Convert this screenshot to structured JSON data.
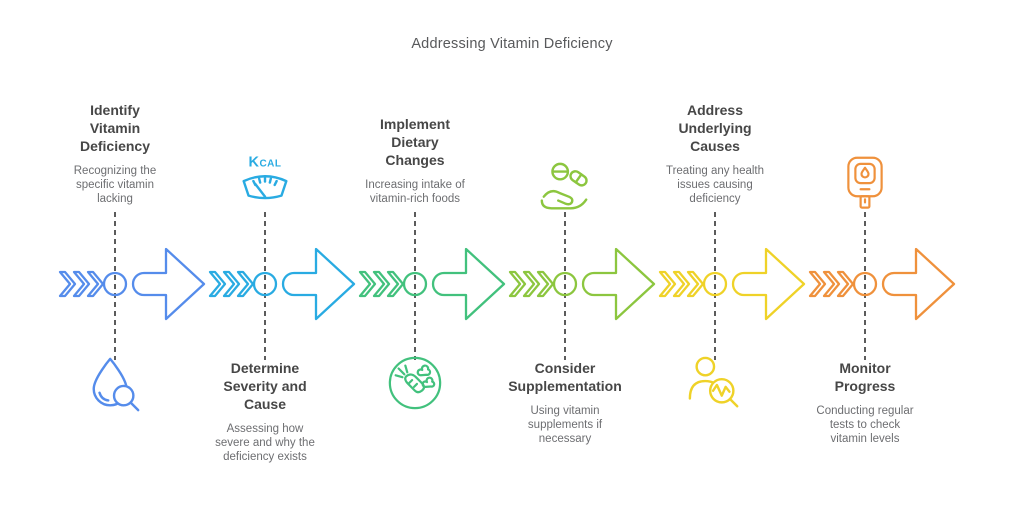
{
  "title": "Addressing Vitamin Deficiency",
  "steps": [
    {
      "title": "Identify\nVitamin\nDeficiency",
      "description": "Recognizing the\nspecific vitamin\nlacking",
      "color": "#558CEB",
      "icon": "water-drop-magnifier",
      "text_position": "top",
      "icon_position": "below"
    },
    {
      "title": "Determine\nSeverity and\nCause",
      "description": "Assessing how\nsevere and why the\ndeficiency exists",
      "color": "#29ABE2",
      "icon": "kcal-scale",
      "icon_label": "Kcal",
      "text_position": "bottom",
      "icon_position": "above"
    },
    {
      "title": "Implement\nDietary\nChanges",
      "description": "Increasing intake of\nvitamin-rich foods",
      "color": "#42C17D",
      "icon": "vegetables-plate",
      "text_position": "top",
      "icon_position": "below"
    },
    {
      "title": "Consider\nSupplementation",
      "description": "Using vitamin\nsupplements if\nnecessary",
      "color": "#8CC63F",
      "icon": "hand-with-supplements",
      "text_position": "bottom",
      "icon_position": "above"
    },
    {
      "title": "Address\nUnderlying\nCauses",
      "description": "Treating any health\nissues causing\ndeficiency",
      "color": "#EFD228",
      "icon": "patient-pulse-checkup",
      "text_position": "top",
      "icon_position": "below"
    },
    {
      "title": "Monitor\nProgress",
      "description": "Conducting regular\ntests to check\nvitamin levels",
      "color": "#EF913C",
      "icon": "glucose-meter",
      "text_position": "bottom",
      "icon_position": "above"
    }
  ],
  "flow": {
    "chevrons_per_step": 3,
    "dashed_line_color": "#5B5B5B",
    "text_color_title": "#58595B",
    "text_color_heading": "#474747",
    "text_color_description": "#6D6E71"
  }
}
